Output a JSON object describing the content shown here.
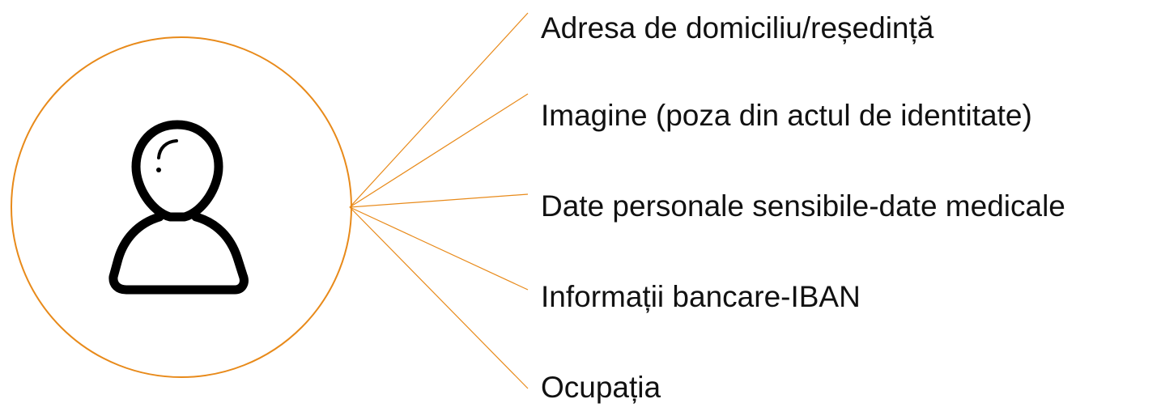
{
  "diagram": {
    "center_icon": "user-icon",
    "accent_color": "#E88A1A",
    "items": [
      {
        "label": "Adresa de domiciliu/reședință"
      },
      {
        "label": "Imagine (poza din actul de identitate)"
      },
      {
        "label": "Date personale sensibile-date medicale"
      },
      {
        "label": "Informații bancare-IBAN"
      },
      {
        "label": "Ocupația"
      }
    ]
  }
}
